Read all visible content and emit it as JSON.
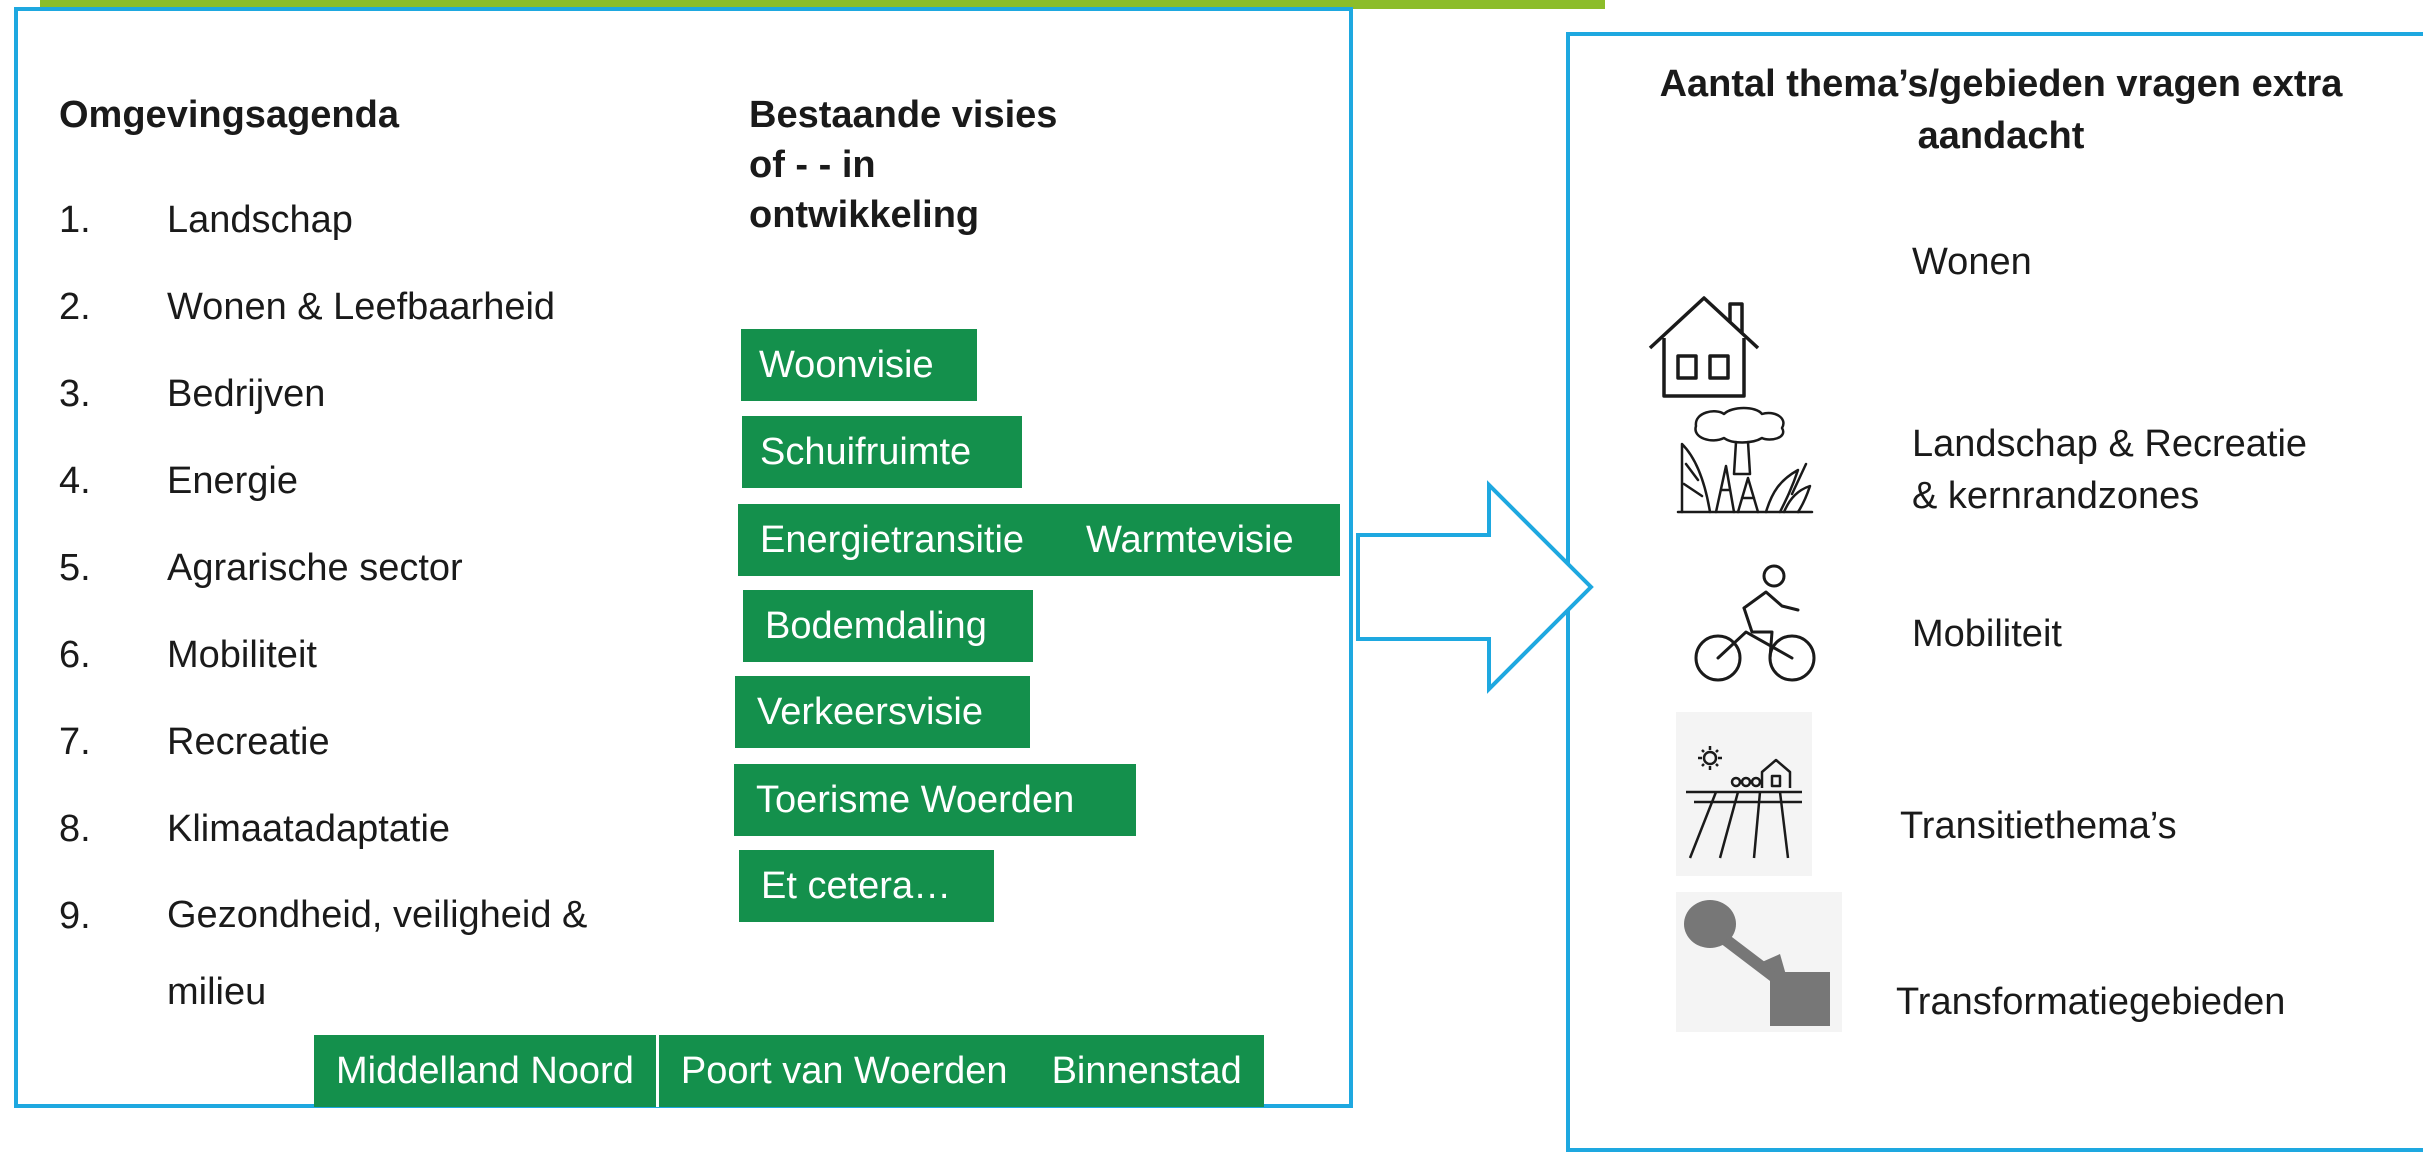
{
  "colors": {
    "accent_green": "#14904c",
    "frame_blue": "#1ea8e0",
    "top_bar": "#8cbd2a"
  },
  "left": {
    "agenda_title": "Omgevingsagenda",
    "agenda": [
      {
        "num": "1.",
        "label": "Landschap"
      },
      {
        "num": "2.",
        "label": "Wonen & Leefbaarheid"
      },
      {
        "num": "3.",
        "label": "Bedrijven"
      },
      {
        "num": "4.",
        "label": "Energie"
      },
      {
        "num": "5.",
        "label": "Agrarische sector"
      },
      {
        "num": "6.",
        "label": "Mobiliteit"
      },
      {
        "num": "7.",
        "label": "Recreatie"
      },
      {
        "num": "8.",
        "label": "Klimaatadaptatie"
      },
      {
        "num": "9.",
        "label": "Gezondheid, veiligheid &",
        "label2": "milieu"
      }
    ],
    "visies_title": [
      "Bestaande visies",
      "of - - in",
      "ontwikkeling"
    ],
    "visies": [
      "Woonvisie",
      "Schuifruimte",
      "Energietransitie",
      "Warmtevisie",
      "Bodemdaling",
      "Verkeersvisie",
      "Toerisme Woerden",
      "Et cetera…"
    ],
    "areas": [
      "Middelland Noord",
      "Poort van Woerden",
      "Binnenstad"
    ]
  },
  "right": {
    "title": [
      "Aantal thema’s/gebieden vragen extra",
      "aandacht"
    ],
    "themes": [
      {
        "icon": "house-icon",
        "label": "Wonen"
      },
      {
        "icon": "landscape-icon",
        "label": "Landschap & Recreatie",
        "label2": "& kernrandzones"
      },
      {
        "icon": "cyclist-icon",
        "label": "Mobiliteit"
      },
      {
        "icon": "farm-field-icon",
        "label": "Transitiethema’s"
      },
      {
        "icon": "transformation-icon",
        "label": "Transformatiegebieden"
      }
    ]
  }
}
